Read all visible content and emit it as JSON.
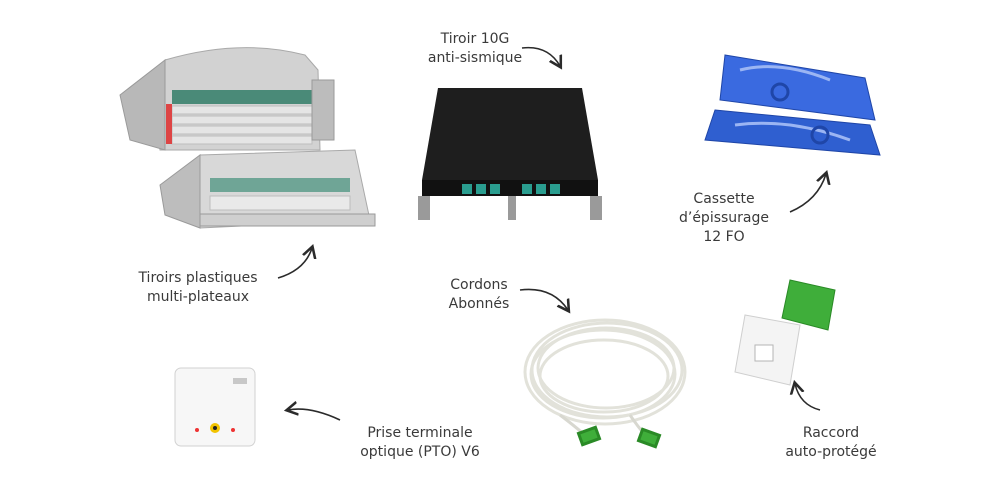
{
  "labels": {
    "tiroirs": {
      "line1": "Tiroirs plastiques",
      "line2": "multi-plateaux"
    },
    "tiroir10g": {
      "line1": "Tiroir 10G",
      "line2": "anti-sismique"
    },
    "cassette": {
      "line1": "Cassette",
      "line2": "d’épissurage",
      "line3": "12 FO"
    },
    "cordons": {
      "line1": "Cordons",
      "line2": "Abonnés"
    },
    "raccord": {
      "line1": "Raccord",
      "line2": "auto-protégé"
    },
    "pto": {
      "line1": "Prise terminale",
      "line2": "optique (PTO) V6"
    }
  },
  "colors": {
    "background": "#ffffff",
    "text": "#3a3a3a",
    "arrow": "#2b2b2b",
    "tray_grey": "#c9c9c9",
    "drawer_black": "#1f1f1f",
    "connector_teal": "#2a9d8f",
    "cassette_blue": "#2f5fd0",
    "cable_white": "#eeeee6",
    "connector_green": "#3fae3a"
  },
  "icons": [
    "plastic-drawers-image",
    "10g-drawer-image",
    "splice-cassette-image",
    "patch-cord-image",
    "adapter-image",
    "pto-outlet-image",
    "curved-arrow-icon"
  ]
}
